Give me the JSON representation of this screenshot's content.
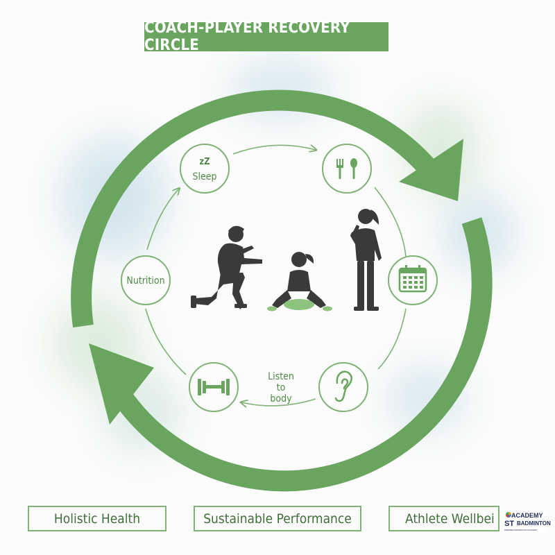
{
  "title": "COACH-PLAYER RECOVERY CIRCLE",
  "nodes": {
    "sleep": {
      "zz": "zZ",
      "label": "Sleep",
      "icon": "sleep-icon"
    },
    "food": {
      "icon": "fork-spoon-icon"
    },
    "nutrition": {
      "label": "Nutrition"
    },
    "schedule": {
      "icon": "calendar-icon"
    },
    "training": {
      "icon": "dumbbell-icon"
    },
    "listen": {
      "icon": "ear-icon"
    }
  },
  "listen_label": [
    "Listen",
    "to",
    "body"
  ],
  "bottom_labels": [
    "Holistic Health",
    "Sustainable Performance",
    "Athlete Wellbei"
  ],
  "logo": {
    "academy": "ACADEMY",
    "st": "ST",
    "badminton": "BADMINTON",
    "sub": "PREMIER BADMINTON ACADEMY"
  },
  "colors": {
    "accent": "#6aa55f",
    "dark": "#3a3a3a",
    "light_green": "#8cc47e"
  }
}
